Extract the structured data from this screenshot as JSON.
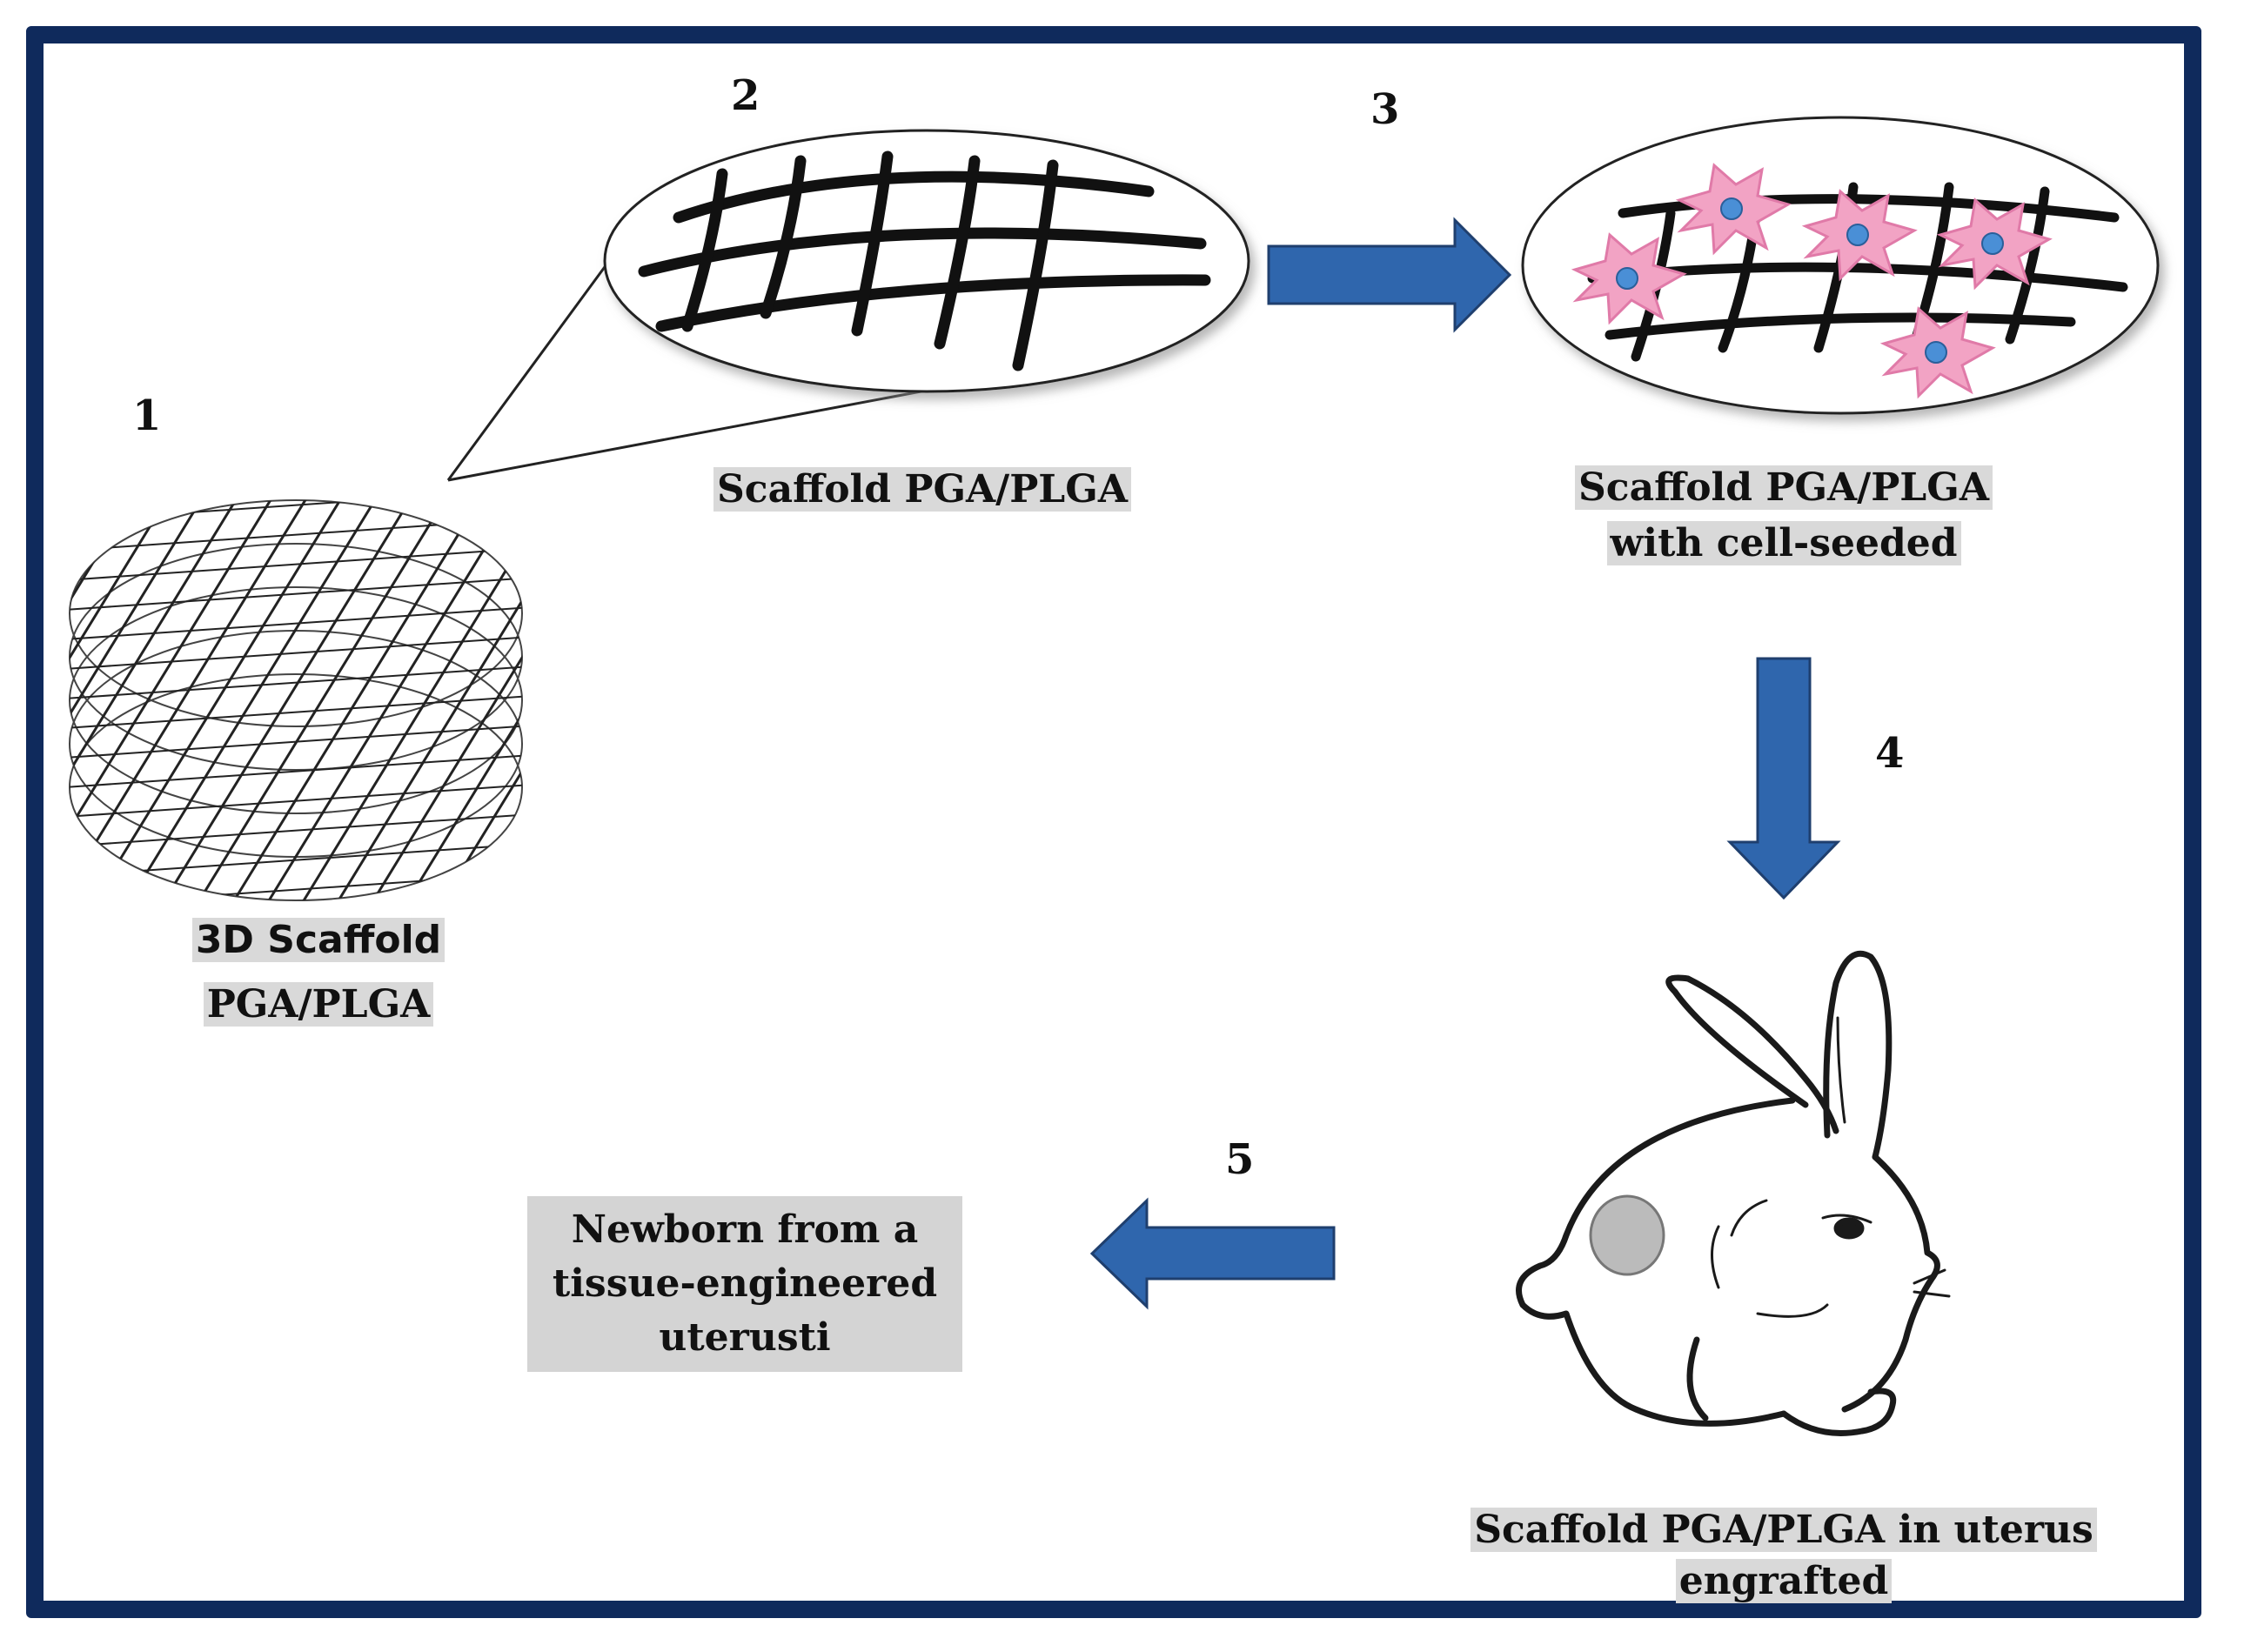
{
  "steps": {
    "s1": "1",
    "s2": "2",
    "s3": "3",
    "s4": "4",
    "s5": "5"
  },
  "labels": {
    "scaffold_3d_line1": "3D Scaffold",
    "scaffold_3d_line2": "PGA/PLGA",
    "scaffold": "Scaffold PGA/PLGA",
    "seeded_line1": "Scaffold PGA/PLGA",
    "seeded_line2": "with cell-seeded",
    "engrafted_line1": "Scaffold PGA/PLGA in uterus",
    "engrafted_line2": "engrafted",
    "newborn": "Newborn from a tissue-engineered uterusti"
  },
  "colors": {
    "frame": "#0f2a5c",
    "arrow": "#2f66ad",
    "cell": "#f2a3c4",
    "nucleus": "#4a8fd6",
    "label_bg": "#d9d9d9"
  }
}
